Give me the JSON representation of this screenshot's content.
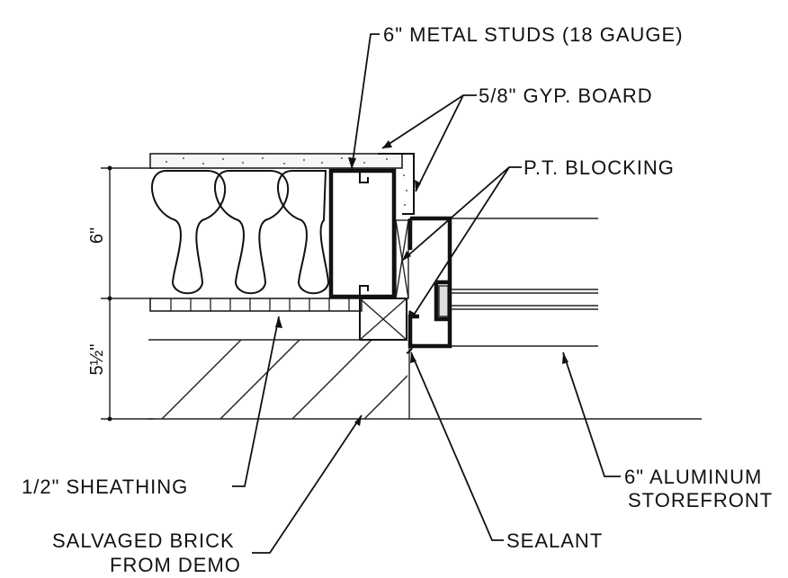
{
  "labels": {
    "metal_studs": "6\" METAL STUDS (18 GAUGE)",
    "gyp_board": "5/8\" GYP. BOARD",
    "pt_blocking": "P.T. BLOCKING",
    "sheathing": "1/2\" SHEATHING",
    "aluminum_line1": "6\" ALUMINUM",
    "aluminum_line2": "STOREFRONT",
    "brick_line1": "SALVAGED BRICK",
    "brick_line2": "FROM DEMO",
    "sealant": "SEALANT"
  },
  "dimensions": {
    "upper": "6\"",
    "lower": "5½\""
  }
}
